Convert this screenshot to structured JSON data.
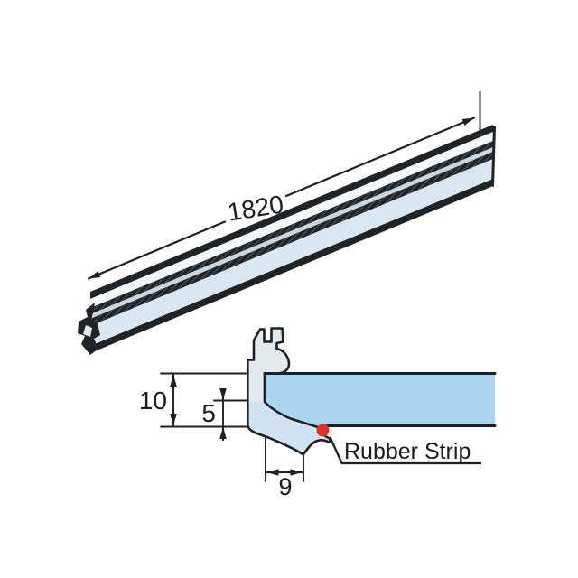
{
  "diagram": {
    "type": "technical-drawing",
    "subject": "glazing-rail-profile",
    "labels": {
      "rail_length": "1820",
      "glass_thickness": "10",
      "glazing_depth": "5",
      "lip_width": "9",
      "rubber_strip": "Rubber Strip"
    },
    "colors": {
      "background": "#ffffff",
      "line": "#1e1f21",
      "text": "#1b1c1e",
      "rail_dark": "#212426",
      "rail_top_face": "#f3f7f9",
      "rail_pale_band": "#c9d7e3",
      "rail_side_face": "#d9e7f3",
      "profile_fill": "#e2eaee",
      "lip_fill": "#cfe3f2",
      "glass_fill": "#aad5f0",
      "rubber_red": "#e03127",
      "hatch_line": "#6e7a88"
    }
  }
}
